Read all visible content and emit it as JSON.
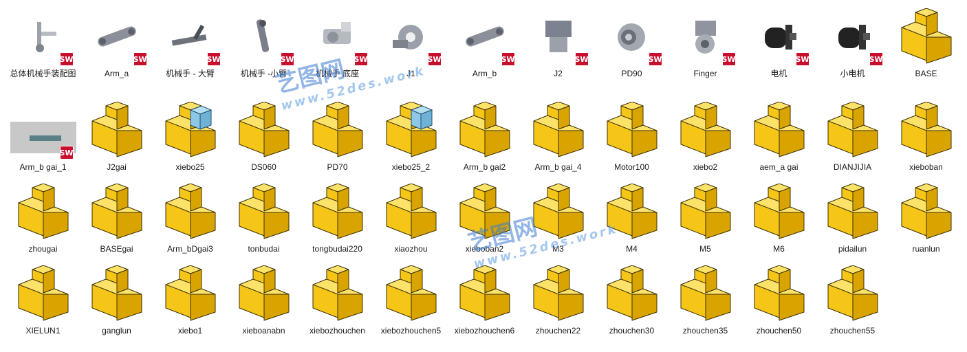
{
  "files": [
    {
      "label": "总体机械手装配图",
      "icon": "assembly-part-icon",
      "sw": true
    },
    {
      "label": "Arm_a",
      "icon": "arm-link-part-icon",
      "sw": true
    },
    {
      "label": "机械手 - 大臂",
      "icon": "big-arm-part-icon",
      "sw": true
    },
    {
      "label": "机械手 -小臂",
      "icon": "small-arm-part-icon",
      "sw": true
    },
    {
      "label": "机械手 底座",
      "icon": "base-part-icon",
      "sw": true
    },
    {
      "label": "J1",
      "icon": "joint-part-icon",
      "sw": true
    },
    {
      "label": "Arm_b",
      "icon": "arm-link-part-icon",
      "sw": true
    },
    {
      "label": "J2",
      "icon": "bracket-part-icon",
      "sw": true
    },
    {
      "label": "PD90",
      "icon": "gearbox-part-icon",
      "sw": true
    },
    {
      "label": "Finger",
      "icon": "finger-part-icon",
      "sw": true
    },
    {
      "label": "电机",
      "icon": "motor-part-icon",
      "sw": true
    },
    {
      "label": "小电机",
      "icon": "motor-part-icon",
      "sw": true
    },
    {
      "label": "BASE",
      "icon": "generic-part-icon",
      "sw": false
    },
    {
      "label": "Arm_b gai_1",
      "icon": "flat-bar-part-icon",
      "sw": true
    },
    {
      "label": "J2gai",
      "icon": "generic-part-icon",
      "sw": false
    },
    {
      "label": "xiebo25",
      "icon": "generic-part-selected-icon",
      "sw": false
    },
    {
      "label": "DS060",
      "icon": "generic-part-icon",
      "sw": false
    },
    {
      "label": "PD70",
      "icon": "generic-part-icon",
      "sw": false
    },
    {
      "label": "xiebo25_2",
      "icon": "generic-part-selected-icon",
      "sw": false
    },
    {
      "label": "Arm_b gai2",
      "icon": "generic-part-icon",
      "sw": false
    },
    {
      "label": "Arm_b gai_4",
      "icon": "generic-part-icon",
      "sw": false
    },
    {
      "label": "Motor100",
      "icon": "generic-part-icon",
      "sw": false
    },
    {
      "label": "xiebo2",
      "icon": "generic-part-icon",
      "sw": false
    },
    {
      "label": "aem_a gai",
      "icon": "generic-part-icon",
      "sw": false
    },
    {
      "label": "DIANJIJIA",
      "icon": "generic-part-icon",
      "sw": false
    },
    {
      "label": "xieboban",
      "icon": "generic-part-icon",
      "sw": false
    },
    {
      "label": "zhougai",
      "icon": "generic-part-icon",
      "sw": false
    },
    {
      "label": "BASEgai",
      "icon": "generic-part-icon",
      "sw": false
    },
    {
      "label": "Arm_bDgai3",
      "icon": "generic-part-icon",
      "sw": false
    },
    {
      "label": "tonbudai",
      "icon": "generic-part-icon",
      "sw": false
    },
    {
      "label": "tongbudai220",
      "icon": "generic-part-icon",
      "sw": false
    },
    {
      "label": "xiaozhou",
      "icon": "generic-part-icon",
      "sw": false
    },
    {
      "label": "xieboban2",
      "icon": "generic-part-icon",
      "sw": false
    },
    {
      "label": "M3",
      "icon": "generic-part-icon",
      "sw": false
    },
    {
      "label": "M4",
      "icon": "generic-part-icon",
      "sw": false
    },
    {
      "label": "M5",
      "icon": "generic-part-icon",
      "sw": false
    },
    {
      "label": "M6",
      "icon": "generic-part-icon",
      "sw": false
    },
    {
      "label": "pidailun",
      "icon": "generic-part-icon",
      "sw": false
    },
    {
      "label": "ruanlun",
      "icon": "generic-part-icon",
      "sw": false
    },
    {
      "label": "XIELUN1",
      "icon": "generic-part-icon",
      "sw": false
    },
    {
      "label": "ganglun",
      "icon": "generic-part-icon",
      "sw": false
    },
    {
      "label": "xiebo1",
      "icon": "generic-part-icon",
      "sw": false
    },
    {
      "label": "xieboanabn",
      "icon": "generic-part-icon",
      "sw": false
    },
    {
      "label": "xiebozhouchen",
      "icon": "generic-part-icon",
      "sw": false
    },
    {
      "label": "xiebozhouchen5",
      "icon": "generic-part-icon",
      "sw": false
    },
    {
      "label": "xiebozhouchen6",
      "icon": "generic-part-icon",
      "sw": false
    },
    {
      "label": "zhouchen22",
      "icon": "generic-part-icon",
      "sw": false
    },
    {
      "label": "zhouchen30",
      "icon": "generic-part-icon",
      "sw": false
    },
    {
      "label": "zhouchen35",
      "icon": "generic-part-icon",
      "sw": false
    },
    {
      "label": "zhouchen50",
      "icon": "generic-part-icon",
      "sw": false
    },
    {
      "label": "zhouchen55",
      "icon": "generic-part-icon",
      "sw": false
    }
  ],
  "badge_text": "SW",
  "watermark": {
    "title": "艺图网",
    "subtitle": "www.52des.work"
  },
  "colors": {
    "part_yellow": "#f5c518",
    "part_yellow_dark": "#d9a400",
    "part_outline": "#3a3000",
    "selected_face": "#8cc7e6",
    "badge_red": "#c8102e"
  }
}
